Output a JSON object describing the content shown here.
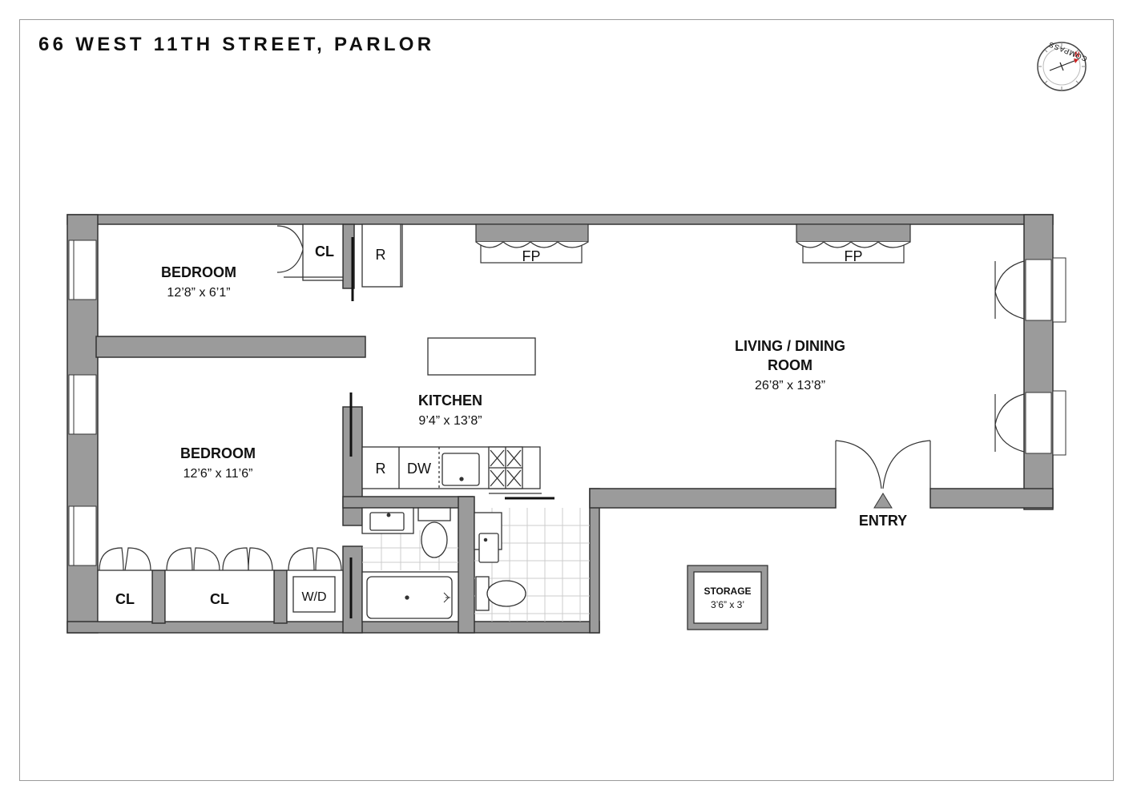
{
  "title": "66 WEST 11TH STREET, PARLOR",
  "compass": {
    "label": "COMPASS",
    "north": "N"
  },
  "colors": {
    "wall": "#9b9b9b",
    "outline": "#333333",
    "tile": "#cccccc",
    "compass_north": "#cc2222"
  },
  "rooms": {
    "bedroom_1": {
      "name": "BEDROOM",
      "dims": "12’8” x 6’1”"
    },
    "bedroom_2": {
      "name": "BEDROOM",
      "dims": "12’6” x 11’6”"
    },
    "kitchen": {
      "name": "KITCHEN",
      "dims": "9’4” x 13’8”"
    },
    "living": {
      "name_line1": "LIVING / DINING",
      "name_line2": "ROOM",
      "dims": "26’8” x 13’8”"
    },
    "storage": {
      "name": "STORAGE",
      "dims": "3’6” x 3’"
    }
  },
  "fixtures": {
    "closet": "CL",
    "refrigerator": "R",
    "fireplace": "FP",
    "dishwasher": "DW",
    "washer_dryer": "W/D"
  },
  "entry": "ENTRY"
}
